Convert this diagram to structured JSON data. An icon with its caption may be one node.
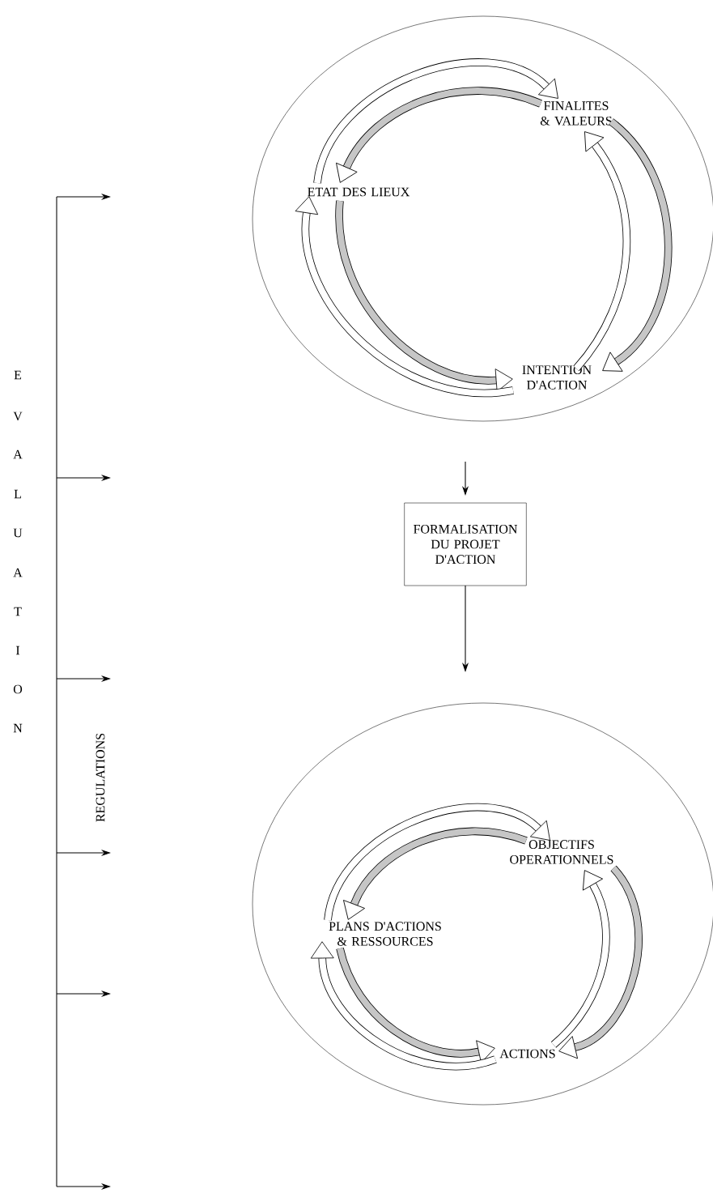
{
  "diagram": {
    "nodes": [
      {
        "text": [],
        "shape": "circle"
      },
      {
        "text": [
          "ETAT DES LIEUX"
        ],
        "in": 0
      },
      {
        "text": [
          "FINALITES & VALEURS"
        ],
        "in": 0
      },
      {
        "text": [
          "INTENTION D'ACTION"
        ],
        "in": 0
      },
      {
        "text": [
          "FORMALISATION DU PROJET D'ACTION"
        ]
      },
      {
        "text": [],
        "shape": "circle"
      },
      {
        "text": [
          "OBJECTIFS OPERATIONNELS"
        ],
        "in": 5
      },
      {
        "text": [
          "PLANS D'ACTIONS & RESSOURCES"
        ],
        "in": 5
      },
      {
        "text": [
          "ACTIONS"
        ],
        "in": 5
      }
    ],
    "edges": [
      {
        "from": 1,
        "to": 2,
        "arrow": "to"
      },
      {
        "from": 2,
        "to": 1,
        "arrow": "to"
      },
      {
        "from": 2,
        "to": 3,
        "arrow": "to"
      },
      {
        "from": 3,
        "to": 2,
        "arrow": "to"
      },
      {
        "from": 1,
        "to": 3,
        "arrow": "to"
      },
      {
        "from": 3,
        "to": 1,
        "arrow": "to"
      },
      {
        "from": 0,
        "to": 4,
        "arrow": "to"
      },
      {
        "from": 4,
        "to": 5,
        "arrow": "to"
      },
      {
        "from": 7,
        "to": 6,
        "arrow": "to"
      },
      {
        "from": 6,
        "to": 7,
        "arrow": "to"
      },
      {
        "from": 6,
        "to": 8,
        "arrow": "to"
      },
      {
        "from": 8,
        "to": 6,
        "arrow": "to"
      },
      {
        "from": 7,
        "to": 8,
        "arrow": "to"
      },
      {
        "from": 8,
        "to": 7,
        "arrow": "to"
      }
    ],
    "labels": [
      "E",
      "V",
      "A",
      "L",
      "U",
      "A",
      "T",
      "I",
      "O",
      "N",
      "REGULATIONS"
    ]
  }
}
